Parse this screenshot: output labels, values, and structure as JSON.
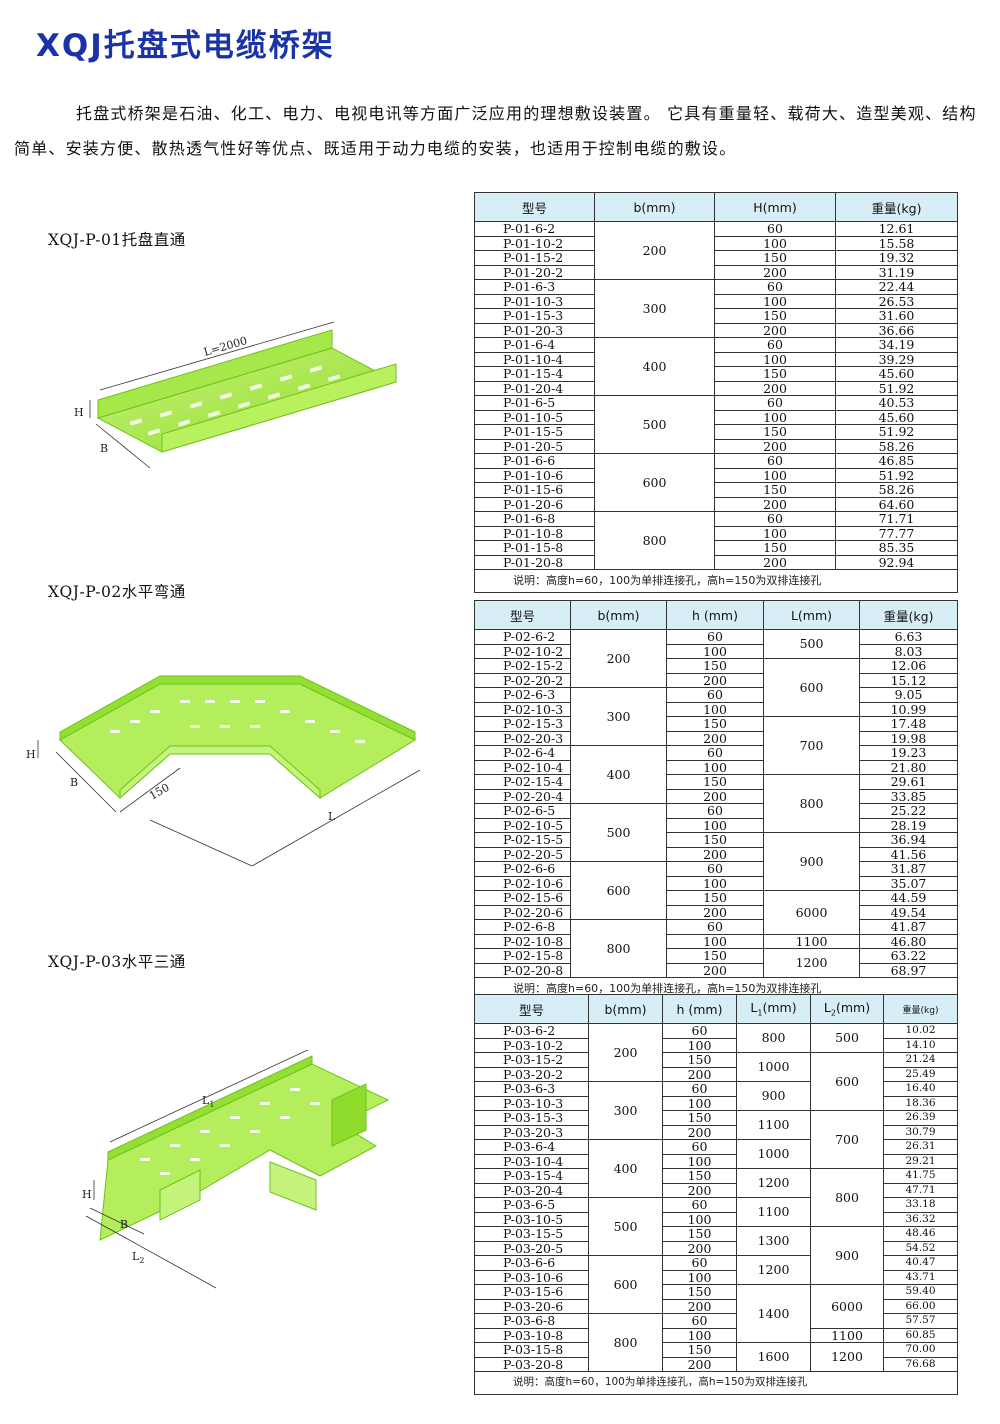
{
  "page": {
    "title": "XQJ托盘式电缆桥架",
    "intro": "托盘式桥架是石油、化工、电力、电视电讯等方面广泛应用的理想敷设装置。 它具有重量轻、载荷大、造型美观、结构简单、安装方便、散热透气性好等优点、既适用于动力电缆的安装，也适用于控制电缆的敷设。"
  },
  "products": [
    {
      "label": "XQJ-P-01托盘直通",
      "dims": {
        "length": "L=2000",
        "h": "H",
        "b": "B"
      }
    },
    {
      "label": "XQJ-P-02水平弯通",
      "dims": {
        "h": "H",
        "b": "B",
        "r": "150",
        "l": "L"
      }
    },
    {
      "label": "XQJ-P-03水平三通",
      "dims": {
        "l1": "L",
        "l1_sub": "1",
        "h": "H",
        "b": "B",
        "l2": "L",
        "l2_sub": "2"
      }
    }
  ],
  "colors": {
    "title": "#1a33a6",
    "header_bg": "#d8eef6",
    "tray_green": "#a6e84a",
    "tray_dark": "#7ccf1e"
  },
  "table1": {
    "headers": [
      "型号",
      "b(mm)",
      "H(mm)",
      "重量(kg)"
    ],
    "groups": [
      {
        "b": "200",
        "rows": [
          [
            "P-01-6-2",
            "60",
            "12.61"
          ],
          [
            "P-01-10-2",
            "100",
            "15.58"
          ],
          [
            "P-01-15-2",
            "150",
            "19.32"
          ],
          [
            "P-01-20-2",
            "200",
            "31.19"
          ]
        ]
      },
      {
        "b": "300",
        "rows": [
          [
            "P-01-6-3",
            "60",
            "22.44"
          ],
          [
            "P-01-10-3",
            "100",
            "26.53"
          ],
          [
            "P-01-15-3",
            "150",
            "31.60"
          ],
          [
            "P-01-20-3",
            "200",
            "36.66"
          ]
        ]
      },
      {
        "b": "400",
        "rows": [
          [
            "P-01-6-4",
            "60",
            "34.19"
          ],
          [
            "P-01-10-4",
            "100",
            "39.29"
          ],
          [
            "P-01-15-4",
            "150",
            "45.60"
          ],
          [
            "P-01-20-4",
            "200",
            "51.92"
          ]
        ]
      },
      {
        "b": "500",
        "rows": [
          [
            "P-01-6-5",
            "60",
            "40.53"
          ],
          [
            "P-01-10-5",
            "100",
            "45.60"
          ],
          [
            "P-01-15-5",
            "150",
            "51.92"
          ],
          [
            "P-01-20-5",
            "200",
            "58.26"
          ]
        ]
      },
      {
        "b": "600",
        "rows": [
          [
            "P-01-6-6",
            "60",
            "46.85"
          ],
          [
            "P-01-10-6",
            "100",
            "51.92"
          ],
          [
            "P-01-15-6",
            "150",
            "58.26"
          ],
          [
            "P-01-20-6",
            "200",
            "64.60"
          ]
        ]
      },
      {
        "b": "800",
        "rows": [
          [
            "P-01-6-8",
            "60",
            "71.71"
          ],
          [
            "P-01-10-8",
            "100",
            "77.77"
          ],
          [
            "P-01-15-8",
            "150",
            "85.35"
          ],
          [
            "P-01-20-8",
            "200",
            "92.94"
          ]
        ]
      }
    ],
    "note": "说明：高度h=60，100为单排连接孔，高h=150为双排连接孔"
  },
  "table2": {
    "headers": [
      "型号",
      "b(mm)",
      "h (mm)",
      "L(mm)",
      "重量(kg)"
    ],
    "b_groups": [
      "200",
      "300",
      "400",
      "500",
      "600",
      "800"
    ],
    "rows": [
      [
        "P-02-6-2",
        "60",
        "6.63"
      ],
      [
        "P-02-10-2",
        "100",
        "8.03"
      ],
      [
        "P-02-15-2",
        "150",
        "12.06"
      ],
      [
        "P-02-20-2",
        "200",
        "15.12"
      ],
      [
        "P-02-6-3",
        "60",
        "9.05"
      ],
      [
        "P-02-10-3",
        "100",
        "10.99"
      ],
      [
        "P-02-15-3",
        "150",
        "17.48"
      ],
      [
        "P-02-20-3",
        "200",
        "19.98"
      ],
      [
        "P-02-6-4",
        "60",
        "19.23"
      ],
      [
        "P-02-10-4",
        "100",
        "21.80"
      ],
      [
        "P-02-15-4",
        "150",
        "29.61"
      ],
      [
        "P-02-20-4",
        "200",
        "33.85"
      ],
      [
        "P-02-6-5",
        "60",
        "25.22"
      ],
      [
        "P-02-10-5",
        "100",
        "28.19"
      ],
      [
        "P-02-15-5",
        "150",
        "36.94"
      ],
      [
        "P-02-20-5",
        "200",
        "41.56"
      ],
      [
        "P-02-6-6",
        "60",
        "31.87"
      ],
      [
        "P-02-10-6",
        "100",
        "35.07"
      ],
      [
        "P-02-15-6",
        "150",
        "44.59"
      ],
      [
        "P-02-20-6",
        "200",
        "49.54"
      ],
      [
        "P-02-6-8",
        "60",
        "41.87"
      ],
      [
        "P-02-10-8",
        "100",
        "46.80"
      ],
      [
        "P-02-15-8",
        "150",
        "63.22"
      ],
      [
        "P-02-20-8",
        "200",
        "68.97"
      ]
    ],
    "l_spans": [
      [
        "500",
        2
      ],
      [
        "600",
        4
      ],
      [
        "700",
        4
      ],
      [
        "800",
        4
      ],
      [
        "900",
        4
      ],
      [
        "6000",
        3
      ],
      [
        "1100",
        1
      ],
      [
        "1200",
        2
      ]
    ],
    "note": "说明：高度h=60，100为单排连接孔，高h=150为双排连接孔"
  },
  "table3": {
    "headers": [
      "型号",
      "b(mm)",
      "h (mm)",
      "L",
      "(mm)",
      "L",
      "(mm)",
      "重量(kg)"
    ],
    "header_subs": [
      "1",
      "2"
    ],
    "b_groups": [
      "200",
      "300",
      "400",
      "500",
      "600",
      "800"
    ],
    "rows": [
      [
        "P-03-6-2",
        "60",
        "10.02"
      ],
      [
        "P-03-10-2",
        "100",
        "14.10"
      ],
      [
        "P-03-15-2",
        "150",
        "21.24"
      ],
      [
        "P-03-20-2",
        "200",
        "25.49"
      ],
      [
        "P-03-6-3",
        "60",
        "16.40"
      ],
      [
        "P-03-10-3",
        "100",
        "18.36"
      ],
      [
        "P-03-15-3",
        "150",
        "26.39"
      ],
      [
        "P-03-20-3",
        "200",
        "30.79"
      ],
      [
        "P-03-6-4",
        "60",
        "26.31"
      ],
      [
        "P-03-10-4",
        "100",
        "29.21"
      ],
      [
        "P-03-15-4",
        "150",
        "41.75"
      ],
      [
        "P-03-20-4",
        "200",
        "47.71"
      ],
      [
        "P-03-6-5",
        "60",
        "33.18"
      ],
      [
        "P-03-10-5",
        "100",
        "36.32"
      ],
      [
        "P-03-15-5",
        "150",
        "48.46"
      ],
      [
        "P-03-20-5",
        "200",
        "54.52"
      ],
      [
        "P-03-6-6",
        "60",
        "40.47"
      ],
      [
        "P-03-10-6",
        "100",
        "43.71"
      ],
      [
        "P-03-15-6",
        "150",
        "59.40"
      ],
      [
        "P-03-20-6",
        "200",
        "66.00"
      ],
      [
        "P-03-6-8",
        "60",
        "57.57"
      ],
      [
        "P-03-10-8",
        "100",
        "60.85"
      ],
      [
        "P-03-15-8",
        "150",
        "70.00"
      ],
      [
        "P-03-20-8",
        "200",
        "76.68"
      ]
    ],
    "l1_spans": [
      [
        "800",
        2
      ],
      [
        "1000",
        2
      ],
      [
        "900",
        2
      ],
      [
        "1100",
        2
      ],
      [
        "1000",
        2
      ],
      [
        "1200",
        2
      ],
      [
        "1100",
        2
      ],
      [
        "1300",
        2
      ],
      [
        "1200",
        2
      ],
      [
        "1400",
        4
      ],
      [
        "1600",
        2
      ]
    ],
    "l2_spans": [
      [
        "500",
        2
      ],
      [
        "600",
        4
      ],
      [
        "700",
        4
      ],
      [
        "800",
        4
      ],
      [
        "900",
        4
      ],
      [
        "6000",
        3
      ],
      [
        "1100",
        1
      ],
      [
        "1200",
        2
      ]
    ],
    "note": "说明：高度h=60，100为单排连接孔，高h=150为双排连接孔"
  }
}
